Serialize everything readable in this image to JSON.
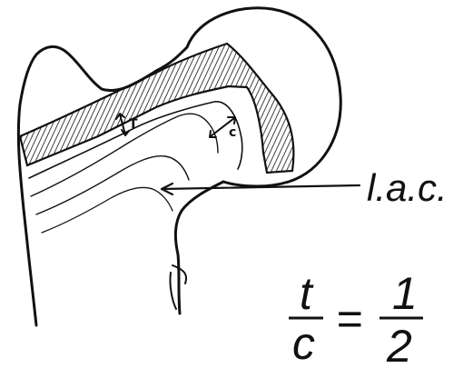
{
  "figure": {
    "labels": {
      "t": "T",
      "c": "c",
      "lac": "l.a.c."
    },
    "equation": {
      "lhs_numerator": "t",
      "lhs_denominator": "c",
      "equals": "=",
      "rhs_numerator": "1",
      "rhs_denominator": "2"
    }
  }
}
